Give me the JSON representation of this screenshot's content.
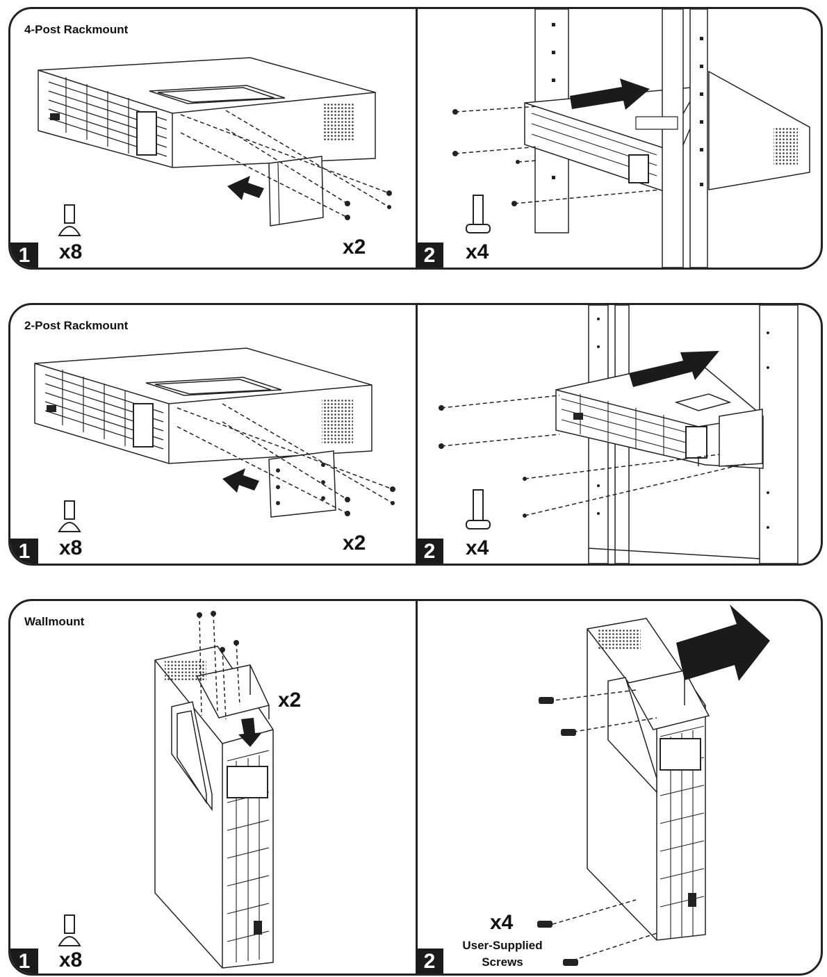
{
  "sections": [
    {
      "title": "4-Post Rackmount",
      "steps": [
        {
          "badge": "1",
          "hardware_icon": "flat-head-screw-icon",
          "hardware_qty": "x8",
          "bracket_qty": "x2"
        },
        {
          "badge": "2",
          "hardware_icon": "rack-screw-icon",
          "hardware_qty": "x4"
        }
      ]
    },
    {
      "title": "2-Post Rackmount",
      "steps": [
        {
          "badge": "1",
          "hardware_icon": "flat-head-screw-icon",
          "hardware_qty": "x8",
          "bracket_qty": "x2"
        },
        {
          "badge": "2",
          "hardware_icon": "rack-screw-icon",
          "hardware_qty": "x4"
        }
      ]
    },
    {
      "title": "Wallmount",
      "steps": [
        {
          "badge": "1",
          "hardware_icon": "flat-head-screw-icon",
          "hardware_qty": "x8",
          "bracket_qty": "x2"
        },
        {
          "badge": "2",
          "hardware_qty": "x4",
          "hardware_note_line1": "User-Supplied",
          "hardware_note_line2": "Screws"
        }
      ]
    }
  ],
  "colors": {
    "ink": "#1b1b1b",
    "background": "#ffffff"
  }
}
